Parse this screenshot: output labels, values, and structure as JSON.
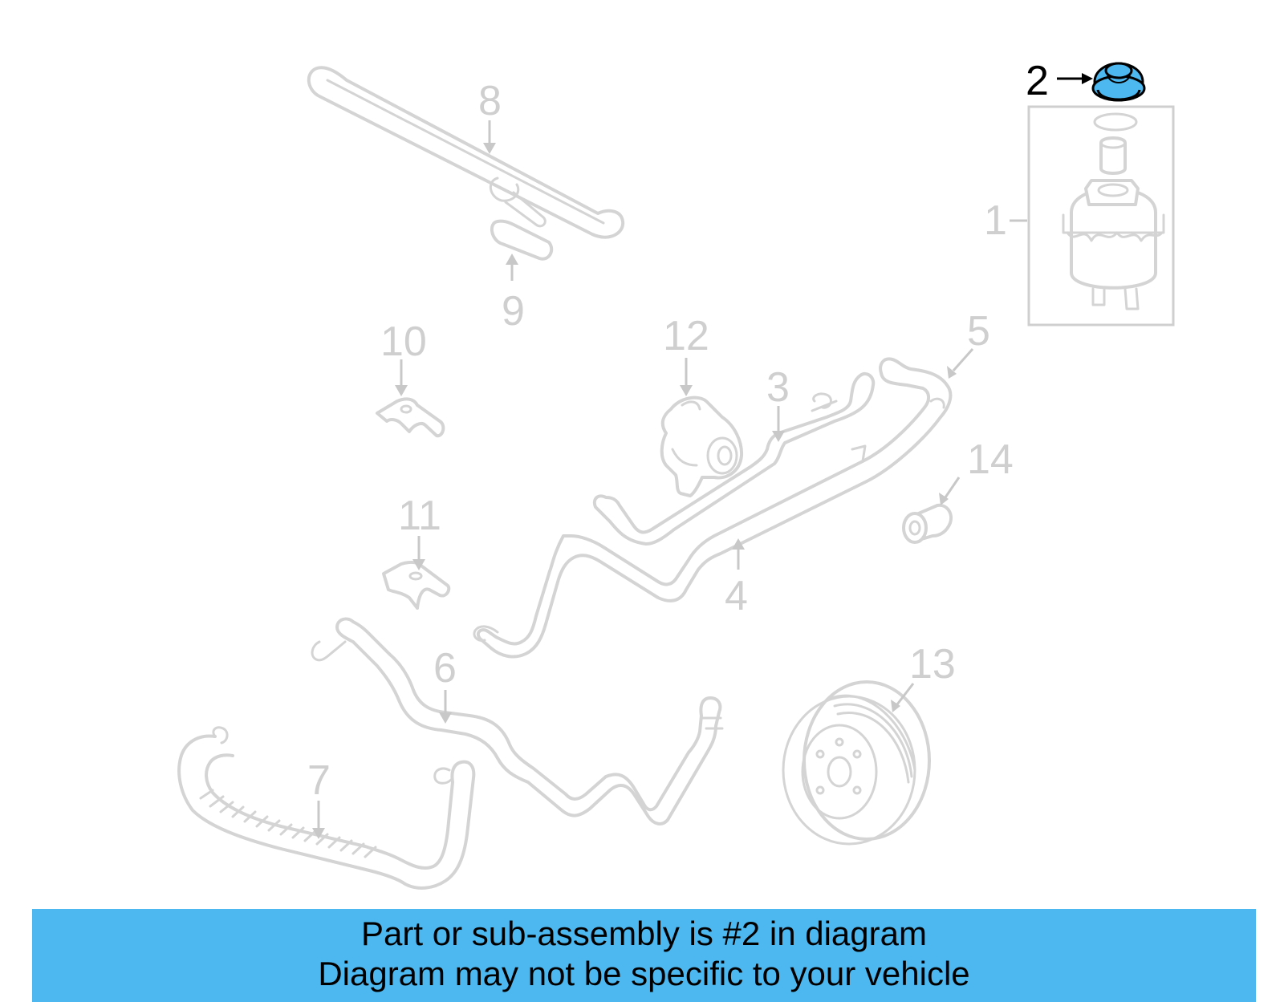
{
  "callouts": {
    "c1": "1",
    "c2": "2",
    "c3": "3",
    "c4": "4",
    "c5": "5",
    "c6": "6",
    "c7": "7",
    "c8": "8",
    "c9": "9",
    "c10": "10",
    "c11": "11",
    "c12": "12",
    "c13": "13",
    "c14": "14"
  },
  "highlight": {
    "part": "2",
    "color": "#4db8f0"
  },
  "banner": {
    "line1": "Part or sub-assembly is #2 in diagram",
    "line2": "Diagram may not be specific to your vehicle",
    "background": "#4db8f0"
  }
}
